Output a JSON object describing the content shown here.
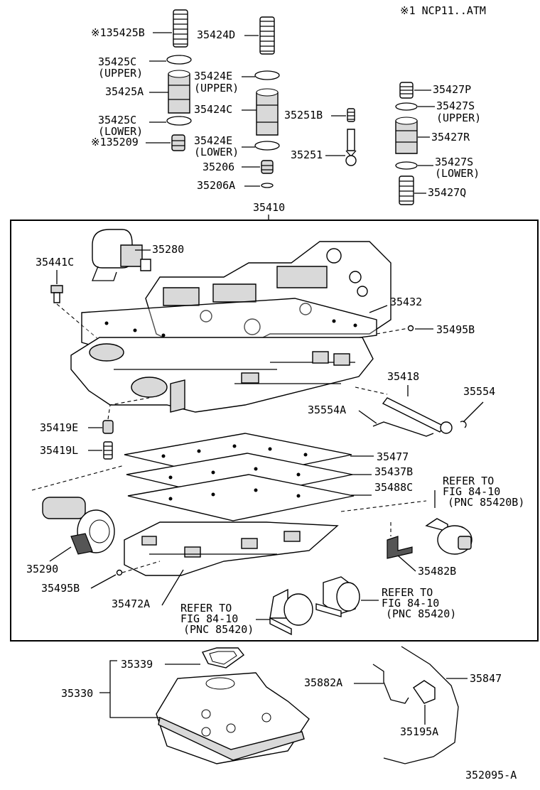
{
  "note": "※1  NCP11..ATM",
  "assembly_label": "35410",
  "figure_code": "352095-A",
  "labels": {
    "p35425B": "※135425B",
    "p35424D": "35424D",
    "p35425C_u": "35425C",
    "p35425C_u2": "(UPPER)",
    "p35425A": "35425A",
    "p35424E_u": "35424E",
    "p35424E_u2": "(UPPER)",
    "p35424C": "35424C",
    "p35425C_l": "35425C",
    "p35425C_l2": "(LOWER)",
    "p135209": "※135209",
    "p35424E_l": "35424E",
    "p35424E_l2": "(LOWER)",
    "p35251B": "35251B",
    "p35251": "35251",
    "p35206": "35206",
    "p35206A": "35206A",
    "p35427P": "35427P",
    "p35427S_u": "35427S",
    "p35427S_u2": "(UPPER)",
    "p35427R": "35427R",
    "p35427S_l": "35427S",
    "p35427S_l2": "(LOWER)",
    "p35427Q": "35427Q",
    "p35280": "35280",
    "p35441C": "35441C",
    "p35432": "35432",
    "p35495B_t": "35495B",
    "p35418": "35418",
    "p35554": "35554",
    "p35554A": "35554A",
    "p35419E": "35419E",
    "p35419L": "35419L",
    "p35477": "35477",
    "p35437B": "35437B",
    "p35488C": "35488C",
    "refer1_a": "REFER TO",
    "refer1_b": "FIG 84-10",
    "refer1_c": "(PNC 85420B)",
    "p35290": "35290",
    "p35482B": "35482B",
    "p35495B_b": "35495B",
    "p35472A": "35472A",
    "refer2_a": "REFER TO",
    "refer2_b": "FIG 84-10",
    "refer2_c": "(PNC 85420)",
    "refer3_a": "REFER TO",
    "refer3_b": "FIG 84-10",
    "refer3_c": "(PNC 85420)",
    "p35339": "35339",
    "p35330": "35330",
    "p35882A": "35882A",
    "p35847": "35847",
    "p35195A": "35195A"
  }
}
